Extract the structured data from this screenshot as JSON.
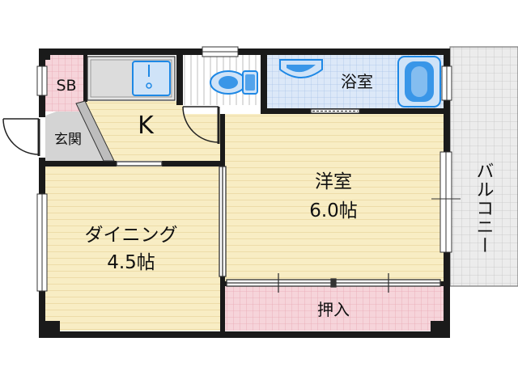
{
  "rooms": {
    "sb": "SB",
    "kitchen": "K",
    "entrance": "玄関",
    "bathroom": "浴室",
    "balcony": "バルコニー",
    "western_room": {
      "name": "洋室",
      "size": "6.0帖"
    },
    "dining": {
      "name": "ダイニング",
      "size": "4.5帖"
    },
    "closet": "押入"
  },
  "colors": {
    "wall": "#1a1a1a",
    "wood_floor": "#f8edc4",
    "wood_grain": "#eddca8",
    "tile_pink": "#f6d4da",
    "tile_pink_line": "#e9a8b4",
    "tile_blue": "#dce8f8",
    "tile_blue_line": "#aac4e8",
    "fixture_blue": "#1e88e5",
    "fixture_light": "#cfe3f8",
    "gray_floor": "#d4d4d4",
    "balcony": "#ececec"
  },
  "icons": [
    "sink-icon",
    "toilet-icon",
    "bath-basin-icon",
    "bathtub-icon",
    "door-swing-icon"
  ]
}
